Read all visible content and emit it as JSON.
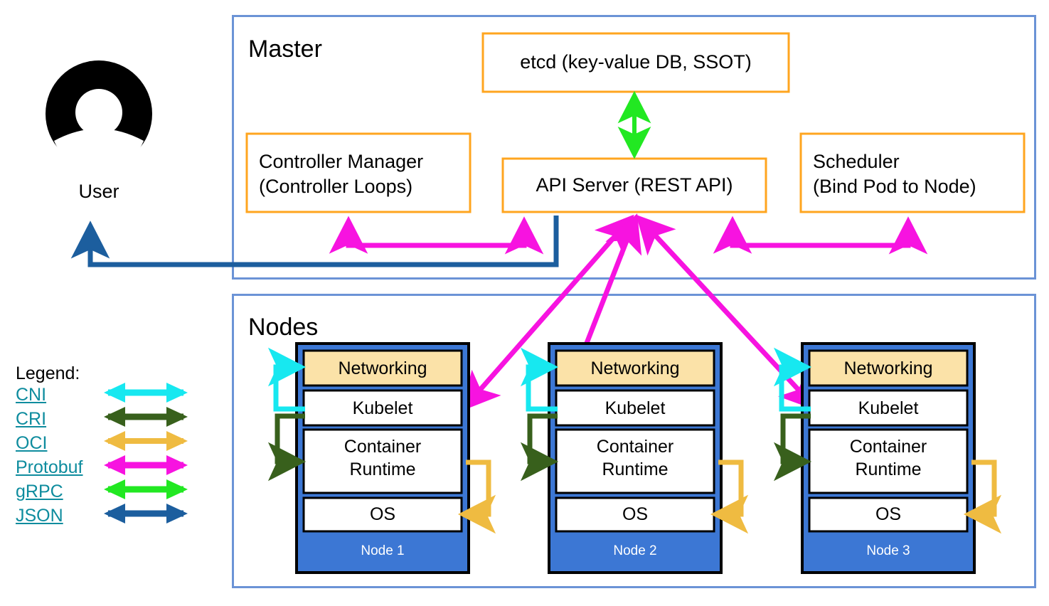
{
  "diagram": {
    "title_master": "Master",
    "title_nodes": "Nodes",
    "user": {
      "label": "User",
      "icon": "user-avatar-icon"
    },
    "master_components": [
      {
        "id": "etcd",
        "label": "etcd (key-value DB, SSOT)"
      },
      {
        "id": "controller",
        "line1": "Controller Manager",
        "line2": "(Controller Loops)"
      },
      {
        "id": "apiserver",
        "label": "API Server (REST API)"
      },
      {
        "id": "scheduler",
        "line1": "Scheduler",
        "line2": "(Bind Pod to Node)"
      }
    ],
    "node_layer_labels": {
      "networking": "Networking",
      "kubelet": "Kubelet",
      "runtime_line1": "Container",
      "runtime_line2": "Runtime",
      "os": "OS"
    },
    "nodes": [
      {
        "name": "Node 1"
      },
      {
        "name": "Node 2"
      },
      {
        "name": "Node 3"
      }
    ],
    "legend": {
      "title": "Legend:",
      "items": [
        {
          "label": "CNI",
          "color": "#17E8F0"
        },
        {
          "label": "CRI",
          "color": "#38601C"
        },
        {
          "label": "OCI",
          "color": "#EFBB41"
        },
        {
          "label": "Protobuf",
          "color": "#F713E0"
        },
        {
          "label": "gRPC",
          "color": "#22E822"
        },
        {
          "label": "JSON",
          "color": "#1C5E9E"
        }
      ]
    },
    "colors": {
      "container_border": "#6B93D6",
      "component_border": "#FFA51F",
      "node_fill": "#3C77D4",
      "networking_fill": "#FBE2A8",
      "white": "#FFFFFF",
      "black": "#000000",
      "legend_link": "#0E8C9E",
      "cni": "#17E8F0",
      "cri": "#38601C",
      "oci": "#EFBB41",
      "protobuf": "#F713E0",
      "grpc": "#22E822",
      "json": "#1C5E9E"
    }
  }
}
